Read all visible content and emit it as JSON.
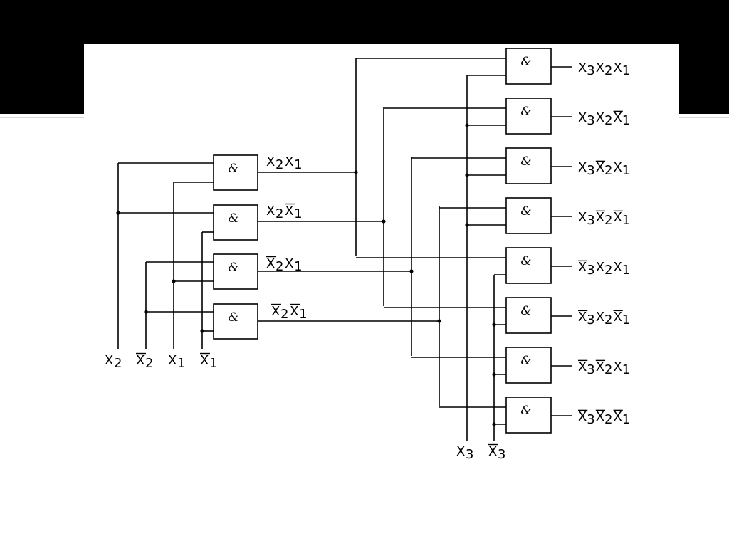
{
  "diagram": {
    "gate_symbol": "&",
    "inputs": {
      "level1": [
        {
          "letter": "X",
          "sub": "2",
          "bar": false
        },
        {
          "letter": "X",
          "sub": "2",
          "bar": true
        },
        {
          "letter": "X",
          "sub": "1",
          "bar": false
        },
        {
          "letter": "X",
          "sub": "1",
          "bar": true
        }
      ],
      "level2": [
        {
          "letter": "X",
          "sub": "3",
          "bar": false
        },
        {
          "letter": "X",
          "sub": "3",
          "bar": true
        }
      ]
    },
    "stage1_outputs": [
      [
        {
          "letter": "X",
          "sub": "2",
          "bar": false
        },
        {
          "letter": "X",
          "sub": "1",
          "bar": false
        }
      ],
      [
        {
          "letter": "X",
          "sub": "2",
          "bar": false
        },
        {
          "letter": "X",
          "sub": "1",
          "bar": true
        }
      ],
      [
        {
          "letter": "X",
          "sub": "2",
          "bar": true
        },
        {
          "letter": "X",
          "sub": "1",
          "bar": false
        }
      ],
      [
        {
          "letter": "X",
          "sub": "2",
          "bar": true
        },
        {
          "letter": "X",
          "sub": "1",
          "bar": true
        }
      ]
    ],
    "stage2_outputs": [
      [
        {
          "letter": "X",
          "sub": "3",
          "bar": false
        },
        {
          "letter": "X",
          "sub": "2",
          "bar": false
        },
        {
          "letter": "X",
          "sub": "1",
          "bar": false
        }
      ],
      [
        {
          "letter": "X",
          "sub": "3",
          "bar": false
        },
        {
          "letter": "X",
          "sub": "2",
          "bar": false
        },
        {
          "letter": "X",
          "sub": "1",
          "bar": true
        }
      ],
      [
        {
          "letter": "X",
          "sub": "3",
          "bar": false
        },
        {
          "letter": "X",
          "sub": "2",
          "bar": true
        },
        {
          "letter": "X",
          "sub": "1",
          "bar": false
        }
      ],
      [
        {
          "letter": "X",
          "sub": "3",
          "bar": false
        },
        {
          "letter": "X",
          "sub": "2",
          "bar": true
        },
        {
          "letter": "X",
          "sub": "1",
          "bar": true
        }
      ],
      [
        {
          "letter": "X",
          "sub": "3",
          "bar": true
        },
        {
          "letter": "X",
          "sub": "2",
          "bar": false
        },
        {
          "letter": "X",
          "sub": "1",
          "bar": false
        }
      ],
      [
        {
          "letter": "X",
          "sub": "3",
          "bar": true
        },
        {
          "letter": "X",
          "sub": "2",
          "bar": false
        },
        {
          "letter": "X",
          "sub": "1",
          "bar": true
        }
      ],
      [
        {
          "letter": "X",
          "sub": "3",
          "bar": true
        },
        {
          "letter": "X",
          "sub": "2",
          "bar": true
        },
        {
          "letter": "X",
          "sub": "1",
          "bar": false
        }
      ],
      [
        {
          "letter": "X",
          "sub": "3",
          "bar": true
        },
        {
          "letter": "X",
          "sub": "2",
          "bar": true
        },
        {
          "letter": "X",
          "sub": "1",
          "bar": true
        }
      ]
    ]
  }
}
